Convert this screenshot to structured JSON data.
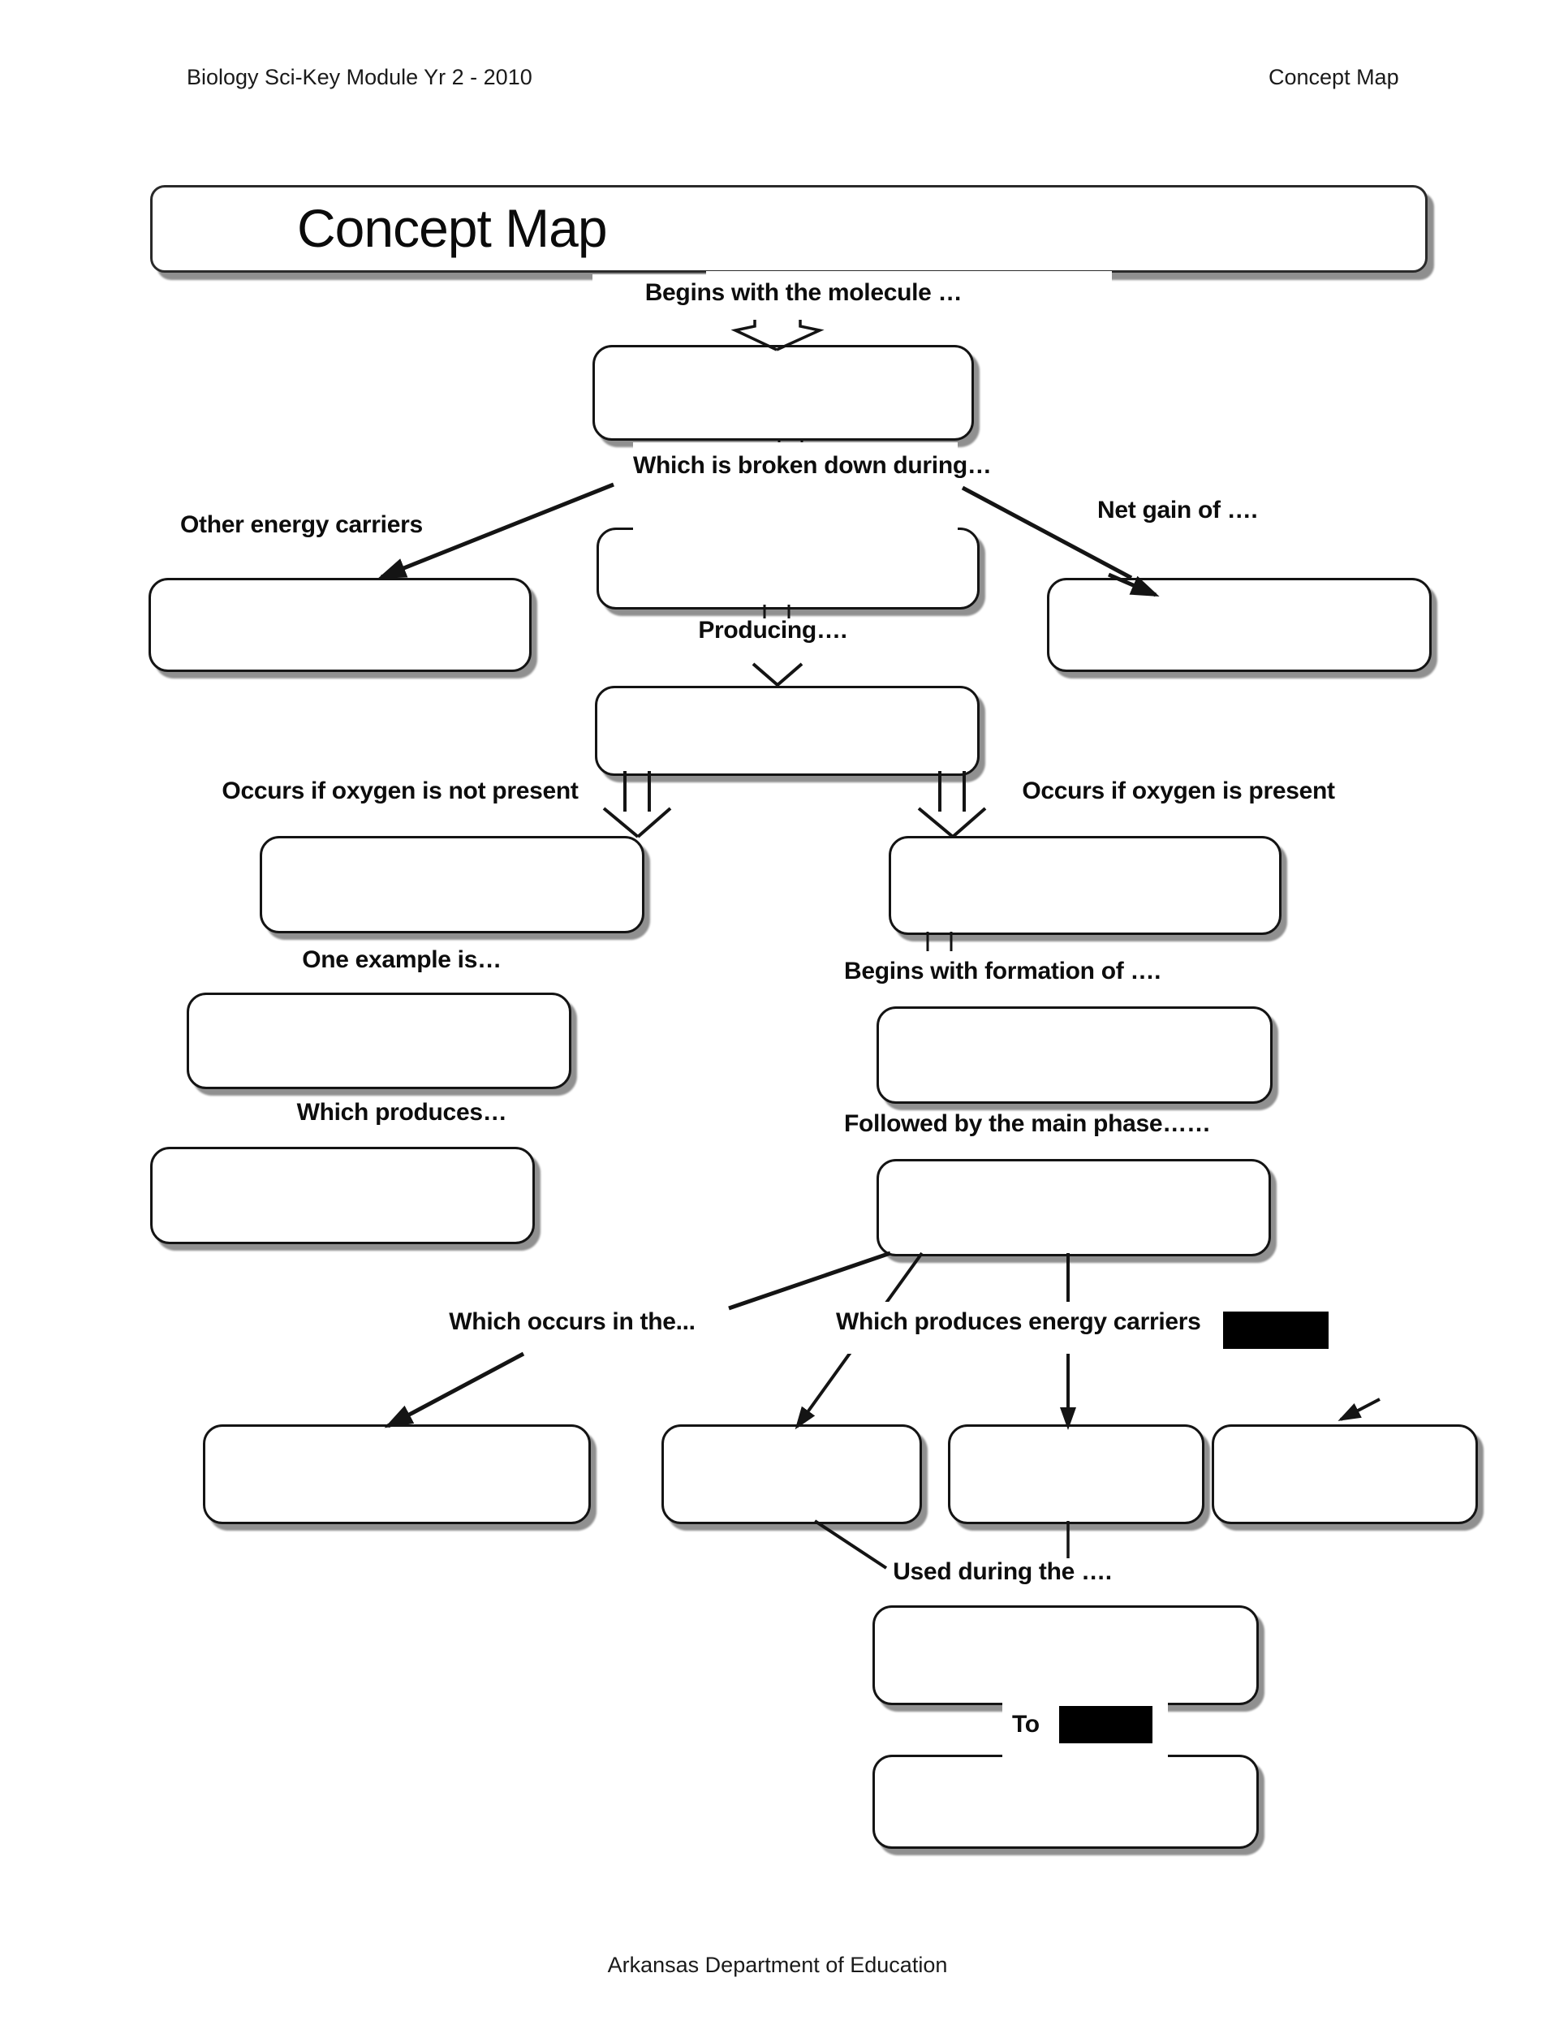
{
  "page": {
    "header_left": "Biology Sci-Key Module Yr 2 - 2010",
    "header_right": "Concept Map",
    "title": "Concept Map",
    "footer": "Arkansas Department of Education"
  },
  "labels": {
    "begins_molecule": "Begins with the molecule …",
    "broken_down": "Which is broken down during…",
    "other_carriers": "Other energy carriers",
    "net_gain": "Net gain of ….",
    "producing": "Producing….",
    "oxygen_absent": "Occurs if oxygen is not present",
    "oxygen_present": "Occurs if oxygen is present",
    "one_example": "One example is…",
    "begins_formation": "Begins with formation of ….",
    "which_produces": "Which produces…",
    "followed_by": "Followed by the main phase……",
    "which_occurs": "Which occurs in the...",
    "produces_carriers": "Which produces energy carriers",
    "used_during": "Used during the ….",
    "to": "To"
  },
  "colors": {
    "ink": "#141414",
    "box_shadow": "#909090",
    "redaction": "#000000",
    "paper": "#ffffff"
  },
  "fill_in_boxes": {
    "count": 17,
    "value": ""
  }
}
